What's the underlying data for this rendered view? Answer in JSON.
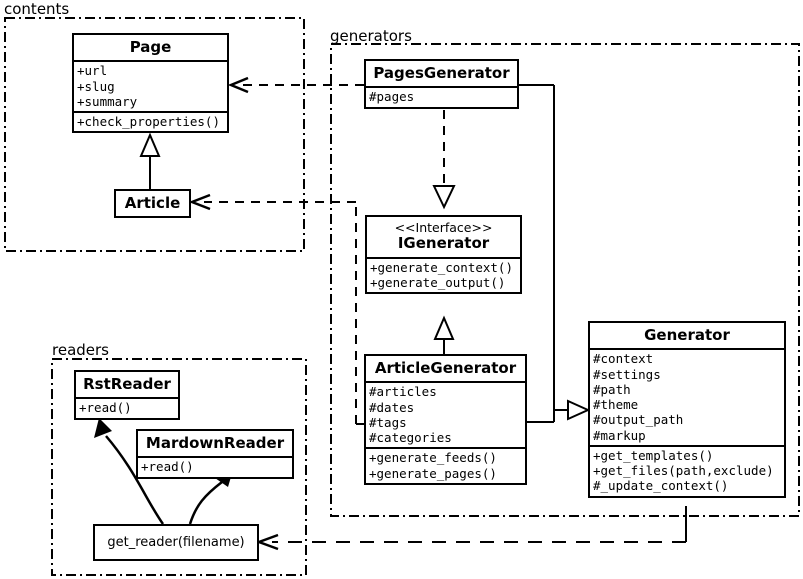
{
  "diagram": {
    "type": "uml-class-diagram",
    "background_color": "#ffffff",
    "line_color": "#000000"
  },
  "packages": [
    {
      "name": "contents",
      "label": "contents"
    },
    {
      "name": "generators",
      "label": "generators"
    },
    {
      "name": "readers",
      "label": "readers"
    }
  ],
  "classes": {
    "page": {
      "name": "Page",
      "attributes": [
        "+url",
        "+slug",
        "+summary"
      ],
      "operations": [
        "+check_properties()"
      ]
    },
    "article": {
      "name": "Article",
      "attributes": [],
      "operations": []
    },
    "pages_generator": {
      "name": "PagesGenerator",
      "attributes": [
        "#pages"
      ],
      "operations": []
    },
    "igenerator": {
      "stereotype": "<<Interface>>",
      "name": "IGenerator",
      "attributes": [],
      "operations": [
        "+generate_context()",
        "+generate_output()"
      ]
    },
    "article_generator": {
      "name": "ArticleGenerator",
      "attributes": [
        "#articles",
        "#dates",
        "#tags",
        "#categories"
      ],
      "operations": [
        "+generate_feeds()",
        "+generate_pages()"
      ]
    },
    "generator": {
      "name": "Generator",
      "attributes": [
        "#context",
        "#settings",
        "#path",
        "#theme",
        "#output_path",
        "#markup"
      ],
      "operations": [
        "+get_templates()",
        "+get_files(path,exclude)",
        "#_update_context()"
      ]
    },
    "rst_reader": {
      "name": "RstReader",
      "attributes": [],
      "operations": [
        "+read()"
      ]
    },
    "mardown_reader": {
      "name": "MardownReader",
      "attributes": [],
      "operations": [
        "+read()"
      ]
    }
  },
  "functions": {
    "get_reader": {
      "label": "get_reader(filename)"
    }
  },
  "relationships": [
    {
      "name": "article-inherits-page",
      "kind": "generalization",
      "from": "Article",
      "to": "Page"
    },
    {
      "name": "pagesgenerator-realizes-igenerator",
      "kind": "realization",
      "from": "PagesGenerator",
      "to": "IGenerator"
    },
    {
      "name": "articlegenerator-realizes-igenerator",
      "kind": "generalization",
      "from": "ArticleGenerator",
      "to": "IGenerator"
    },
    {
      "name": "pagesgenerator-to-generator",
      "kind": "generalization",
      "from": "PagesGenerator",
      "to": "Generator"
    },
    {
      "name": "articlegenerator-to-generator",
      "kind": "generalization",
      "from": "ArticleGenerator",
      "to": "Generator"
    },
    {
      "name": "pagesgenerator-uses-page",
      "kind": "dependency",
      "from": "PagesGenerator",
      "to": "Page"
    },
    {
      "name": "articlegenerator-uses-article",
      "kind": "dependency",
      "from": "ArticleGenerator",
      "to": "Article"
    },
    {
      "name": "generator-uses-get-reader",
      "kind": "dependency",
      "from": "Generator",
      "to": "get_reader(filename)"
    },
    {
      "name": "get-reader-returns-rstreader",
      "kind": "association",
      "from": "get_reader(filename)",
      "to": "RstReader"
    },
    {
      "name": "get-reader-returns-mardownreader",
      "kind": "association",
      "from": "get_reader(filename)",
      "to": "MardownReader"
    }
  ]
}
